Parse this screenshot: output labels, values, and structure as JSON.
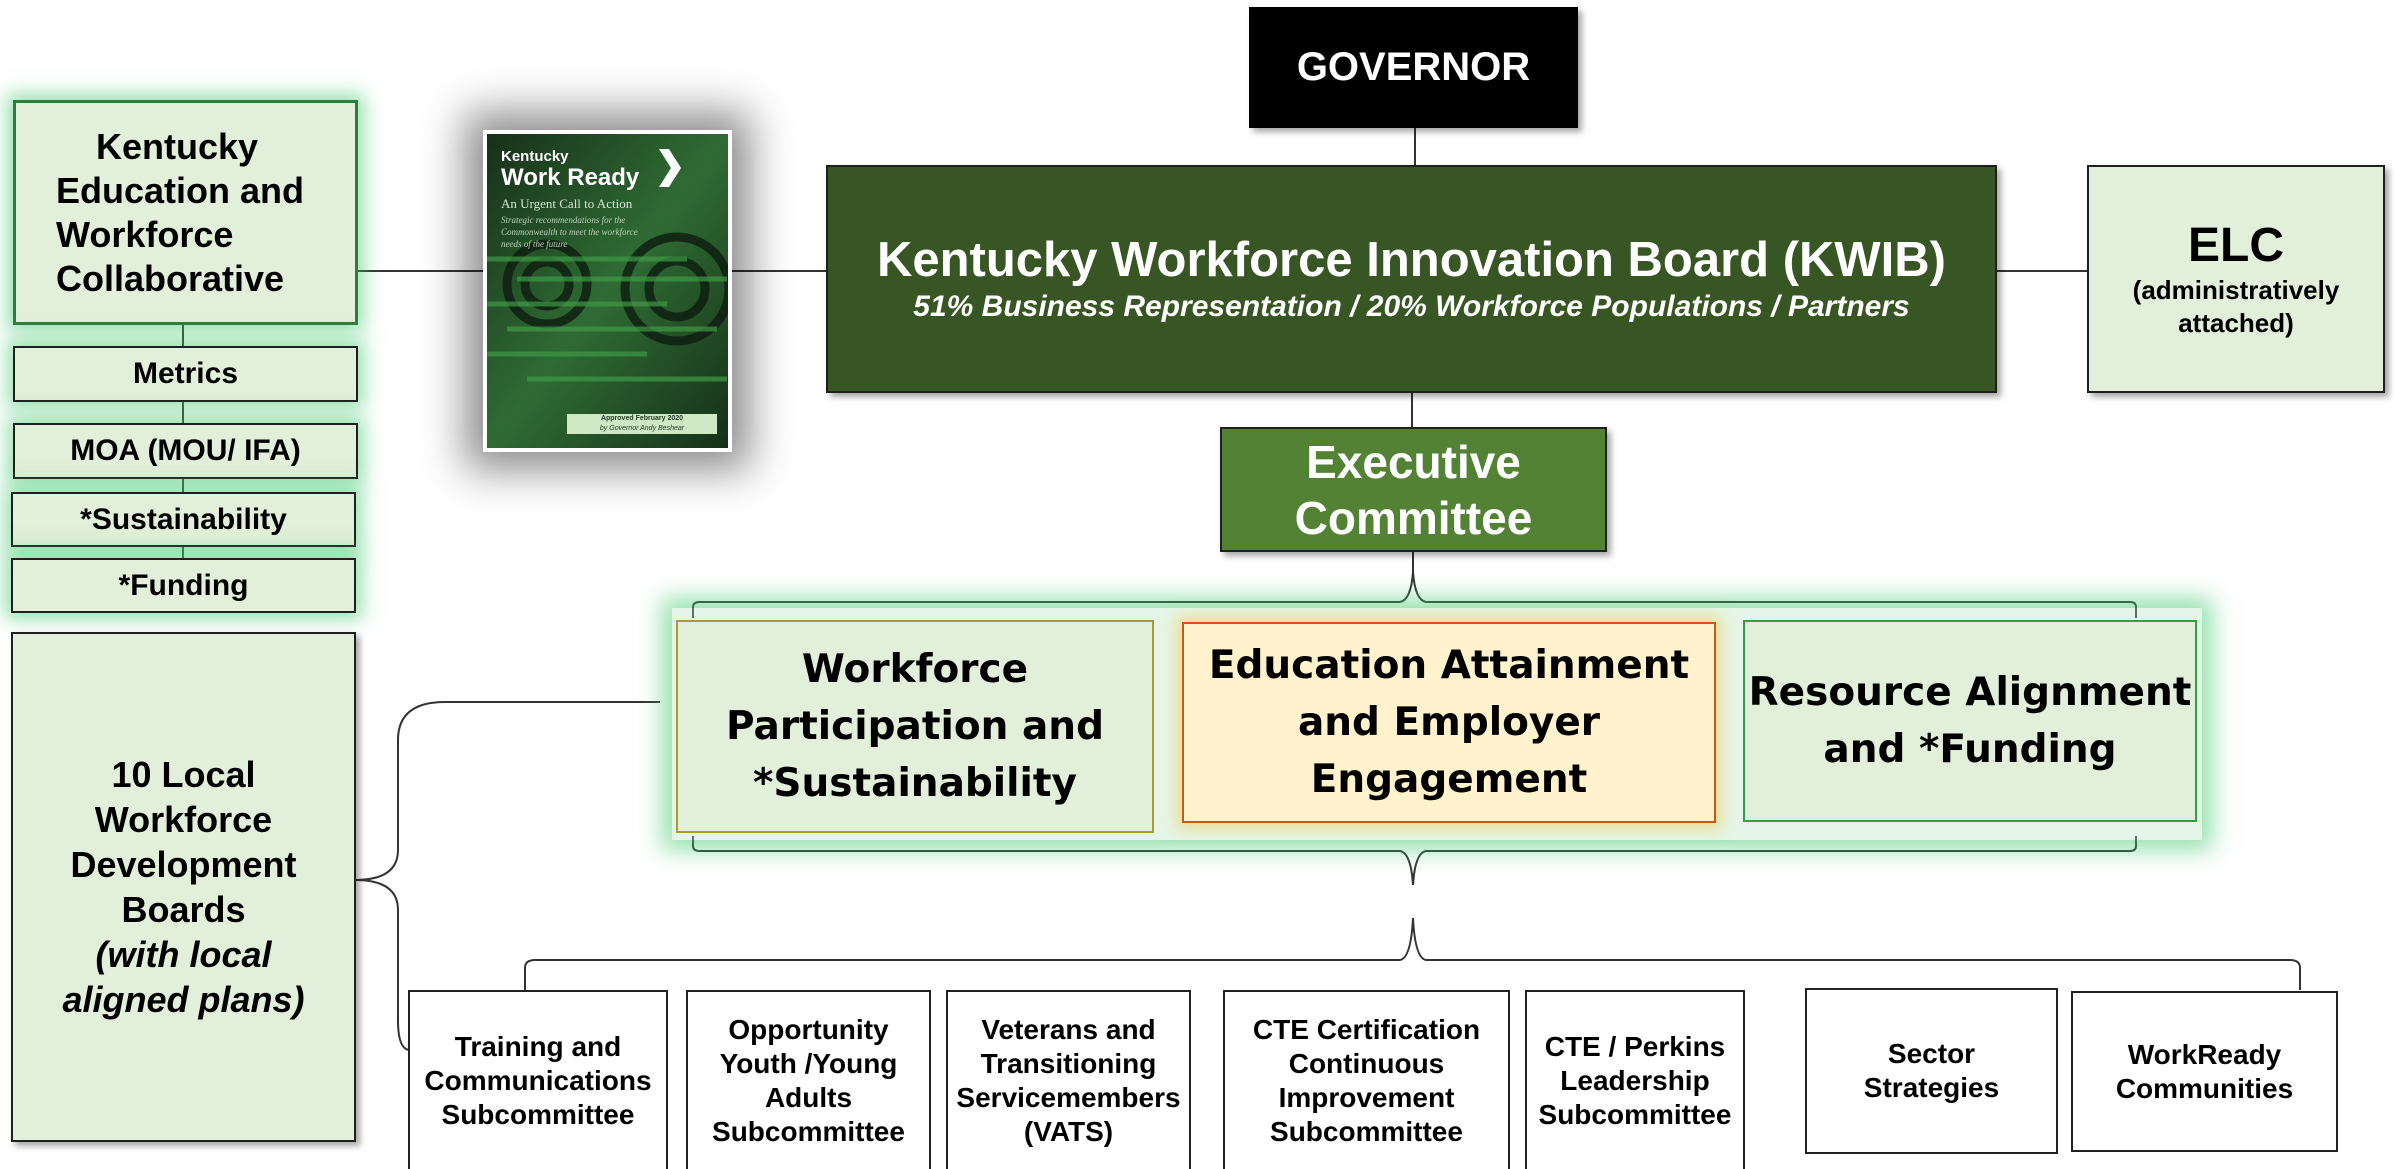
{
  "governor": "GOVERNOR",
  "kwib": {
    "title": "Kentucky Workforce Innovation Board (KWIB)",
    "subtitle": "51% Business Representation / 20% Workforce Populations / Partners"
  },
  "elc": {
    "title": "ELC",
    "note_line1": "(administratively",
    "note_line2": "attached)"
  },
  "executive": {
    "line1": "Executive",
    "line2": "Committee"
  },
  "collaborative": {
    "line1": "Kentucky",
    "line2": "Education and",
    "line3": "Workforce",
    "line4": "Collaborative"
  },
  "side_items": [
    "Metrics",
    "MOA (MOU/ IFA)",
    "*Sustainability",
    "*Funding"
  ],
  "local_boards": {
    "line1": "10 Local",
    "line2": "Workforce",
    "line3": "Development",
    "line4": "Boards",
    "line5": "(with local",
    "line6": "aligned plans)"
  },
  "report_cover": {
    "brand_small": "Kentucky",
    "brand_large": "Work Ready",
    "heading": "An Urgent Call to Action",
    "description": "Strategic recommendations for the Commonwealth to meet the workforce needs of the future",
    "footer_line1": "Approved February 2020",
    "footer_line2": "by Governor Andy Beshear"
  },
  "committees": [
    {
      "line1": "Workforce",
      "line2": "Participation and",
      "line3": "*Sustainability"
    },
    {
      "line1": "Education Attainment",
      "line2": "and Employer",
      "line3": "Engagement"
    },
    {
      "line1": "Resource Alignment",
      "line2": "and *Funding"
    }
  ],
  "subcommittees": [
    {
      "lines": [
        "Training and",
        "Communications",
        "Subcommittee"
      ]
    },
    {
      "lines": [
        "Opportunity",
        "Youth /Young",
        "Adults",
        "Subcommittee"
      ]
    },
    {
      "lines": [
        "Veterans and",
        "Transitioning",
        "Servicemembers",
        "(VATS)"
      ]
    },
    {
      "lines": [
        "CTE Certification",
        "Continuous",
        "Improvement",
        "Subcommittee"
      ]
    },
    {
      "lines": [
        "CTE / Perkins",
        "Leadership",
        "Subcommittee"
      ]
    },
    {
      "lines": [
        "Sector",
        "Strategies"
      ]
    },
    {
      "lines": [
        "WorkReady",
        "Communities"
      ]
    }
  ],
  "colors": {
    "dark_green": "#375623",
    "mid_green": "#548235",
    "light_green": "#e2efda",
    "light_yellow": "#fff2cc",
    "orange_border": "#c55a11",
    "olive_border": "#a89d2e",
    "glow_green": "#40c86e"
  }
}
